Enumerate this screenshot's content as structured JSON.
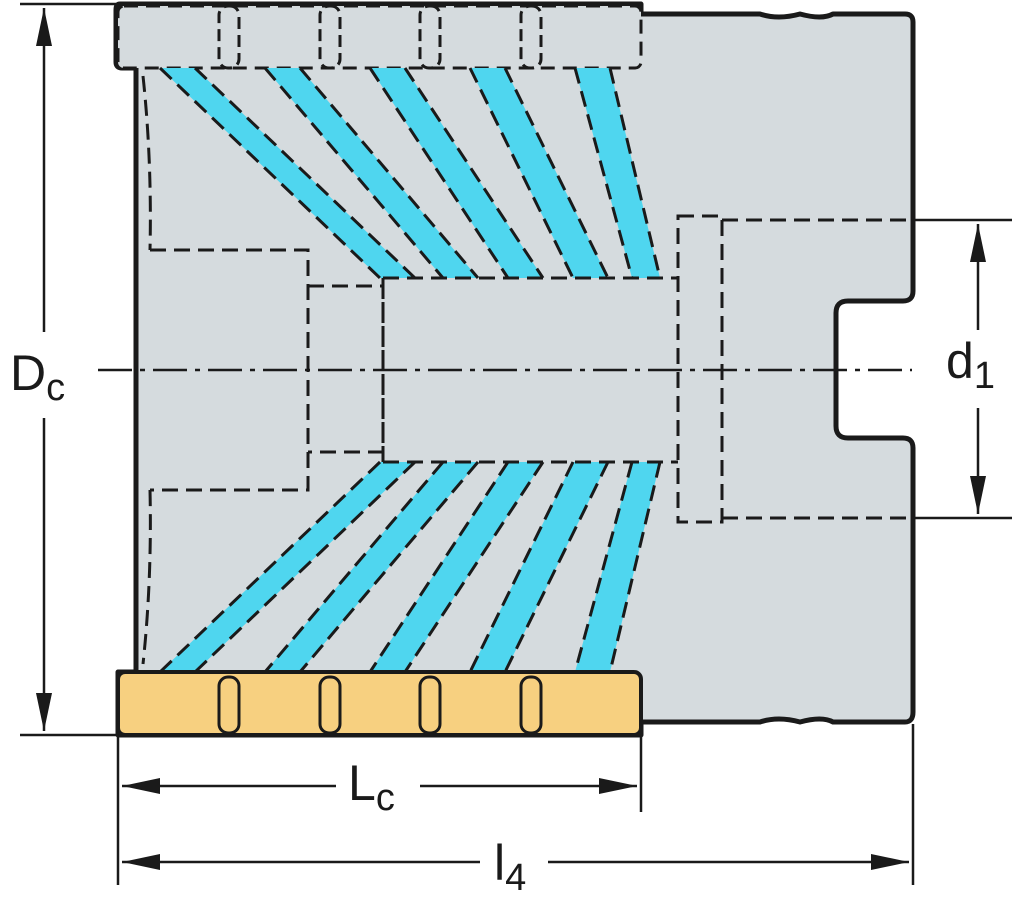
{
  "colors": {
    "background": "#ffffff",
    "body_fill": "#d5dbde",
    "outline": "#1a1a1a",
    "coolant_channel": "#4fd6ef",
    "cutting_edge": "#f7d080"
  },
  "labels": {
    "dc_main": "D",
    "dc_sub": "c",
    "lc_main": "L",
    "lc_sub": "c",
    "d1_main": "d",
    "d1_sub": "1",
    "l4_main": "l",
    "l4_sub": "4"
  },
  "dimensions": [
    {
      "id": "dc",
      "name": "Dc",
      "kind": "diameter",
      "orientation": "vertical"
    },
    {
      "id": "d1",
      "name": "d1",
      "kind": "bore-diameter",
      "orientation": "vertical"
    },
    {
      "id": "lc",
      "name": "Lc",
      "kind": "cutting-length",
      "orientation": "horizontal"
    },
    {
      "id": "l4",
      "name": "l4",
      "kind": "overall-length",
      "orientation": "horizontal"
    }
  ]
}
